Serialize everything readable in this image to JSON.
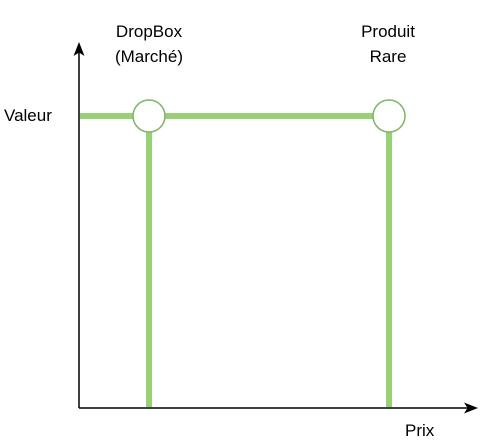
{
  "diagram": {
    "y_axis_label": "Valeur",
    "x_axis_label": "Prix",
    "points": [
      {
        "label_line1": "DropBox",
        "label_line2": "(Marché)"
      },
      {
        "label_line1": "Produit",
        "label_line2": "Rare"
      }
    ]
  },
  "colors": {
    "line": "#97d077",
    "circle_stroke": "#82b366",
    "circle_fill": "#ffffff",
    "axis": "#000000"
  }
}
